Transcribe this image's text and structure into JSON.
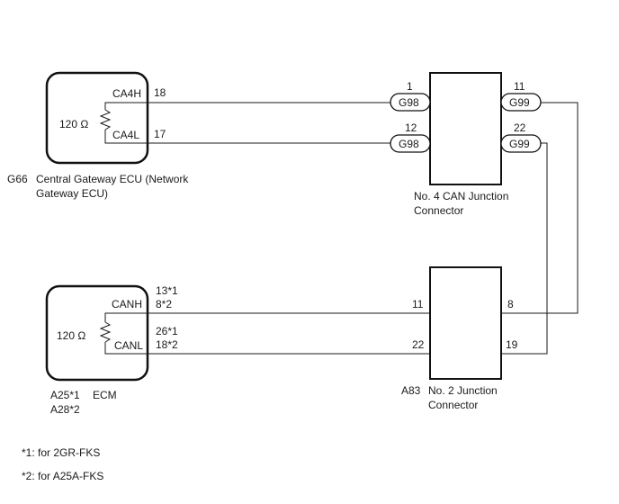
{
  "ecu_gateway": {
    "code": "G66",
    "name_line1": "Central Gateway ECU (Network",
    "name_line2": "Gateway ECU)",
    "resistor": "120 Ω",
    "pin_high_label": "CA4H",
    "pin_high_num": "18",
    "pin_low_label": "CA4L",
    "pin_low_num": "17"
  },
  "ecm": {
    "code1": "A25*1",
    "code2": "A28*2",
    "name": "ECM",
    "resistor": "120 Ω",
    "pin_high_label": "CANH",
    "pin_high_num1": "13*1",
    "pin_high_num2": "8*2",
    "pin_low_label": "CANL",
    "pin_low_num1": "26*1",
    "pin_low_num2": "18*2"
  },
  "junction4": {
    "name_line1": "No. 4 CAN Junction",
    "name_line2": "Connector",
    "left_top_pin": "1",
    "left_top_conn": "G98",
    "left_bottom_pin": "12",
    "left_bottom_conn": "G98",
    "right_top_pin": "11",
    "right_top_conn": "G99",
    "right_bottom_pin": "22",
    "right_bottom_conn": "G99"
  },
  "junction2": {
    "code": "A83",
    "name_line1": "No. 2 Junction",
    "name_line2": "Connector",
    "left_top_pin": "11",
    "left_bottom_pin": "22",
    "right_top_pin": "8",
    "right_bottom_pin": "19"
  },
  "notes": {
    "note1": "*1: for 2GR-FKS",
    "note2": "*2: for A25A-FKS"
  }
}
